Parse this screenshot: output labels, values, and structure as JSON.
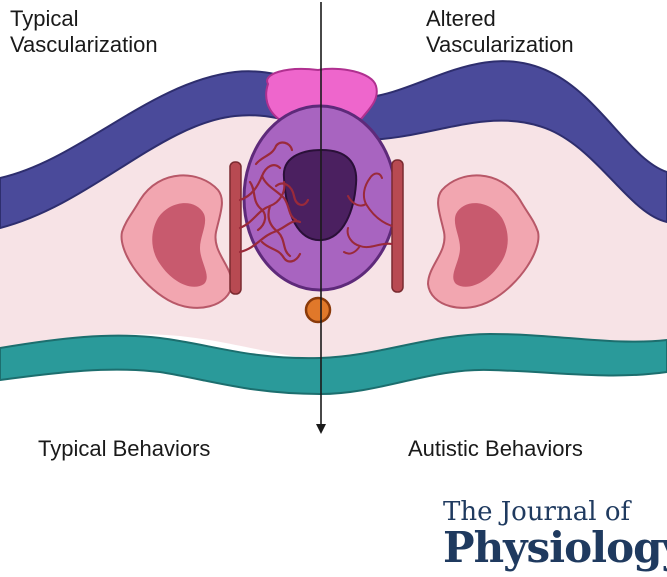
{
  "labels": {
    "top_left": [
      "Typical",
      "Vascularization"
    ],
    "top_right": [
      "Altered",
      "Vascularization"
    ],
    "bottom_left": "Typical Behaviors",
    "bottom_right": "Autistic Behaviors"
  },
  "journal": {
    "line1": "The Journal of",
    "line2": "Physiology"
  },
  "colors": {
    "band_top": "#4a4a9a",
    "band_bottom": "#2a9a9a",
    "tissue": "#f7e3e6",
    "gland": "#a864c0",
    "gland_core": "#4b2060",
    "cap": "#ee66cc",
    "kidney_outer": "#f2a6b0",
    "kidney_inner": "#c85a6e",
    "vessel": "#b84a52",
    "node": "#e0782a"
  }
}
